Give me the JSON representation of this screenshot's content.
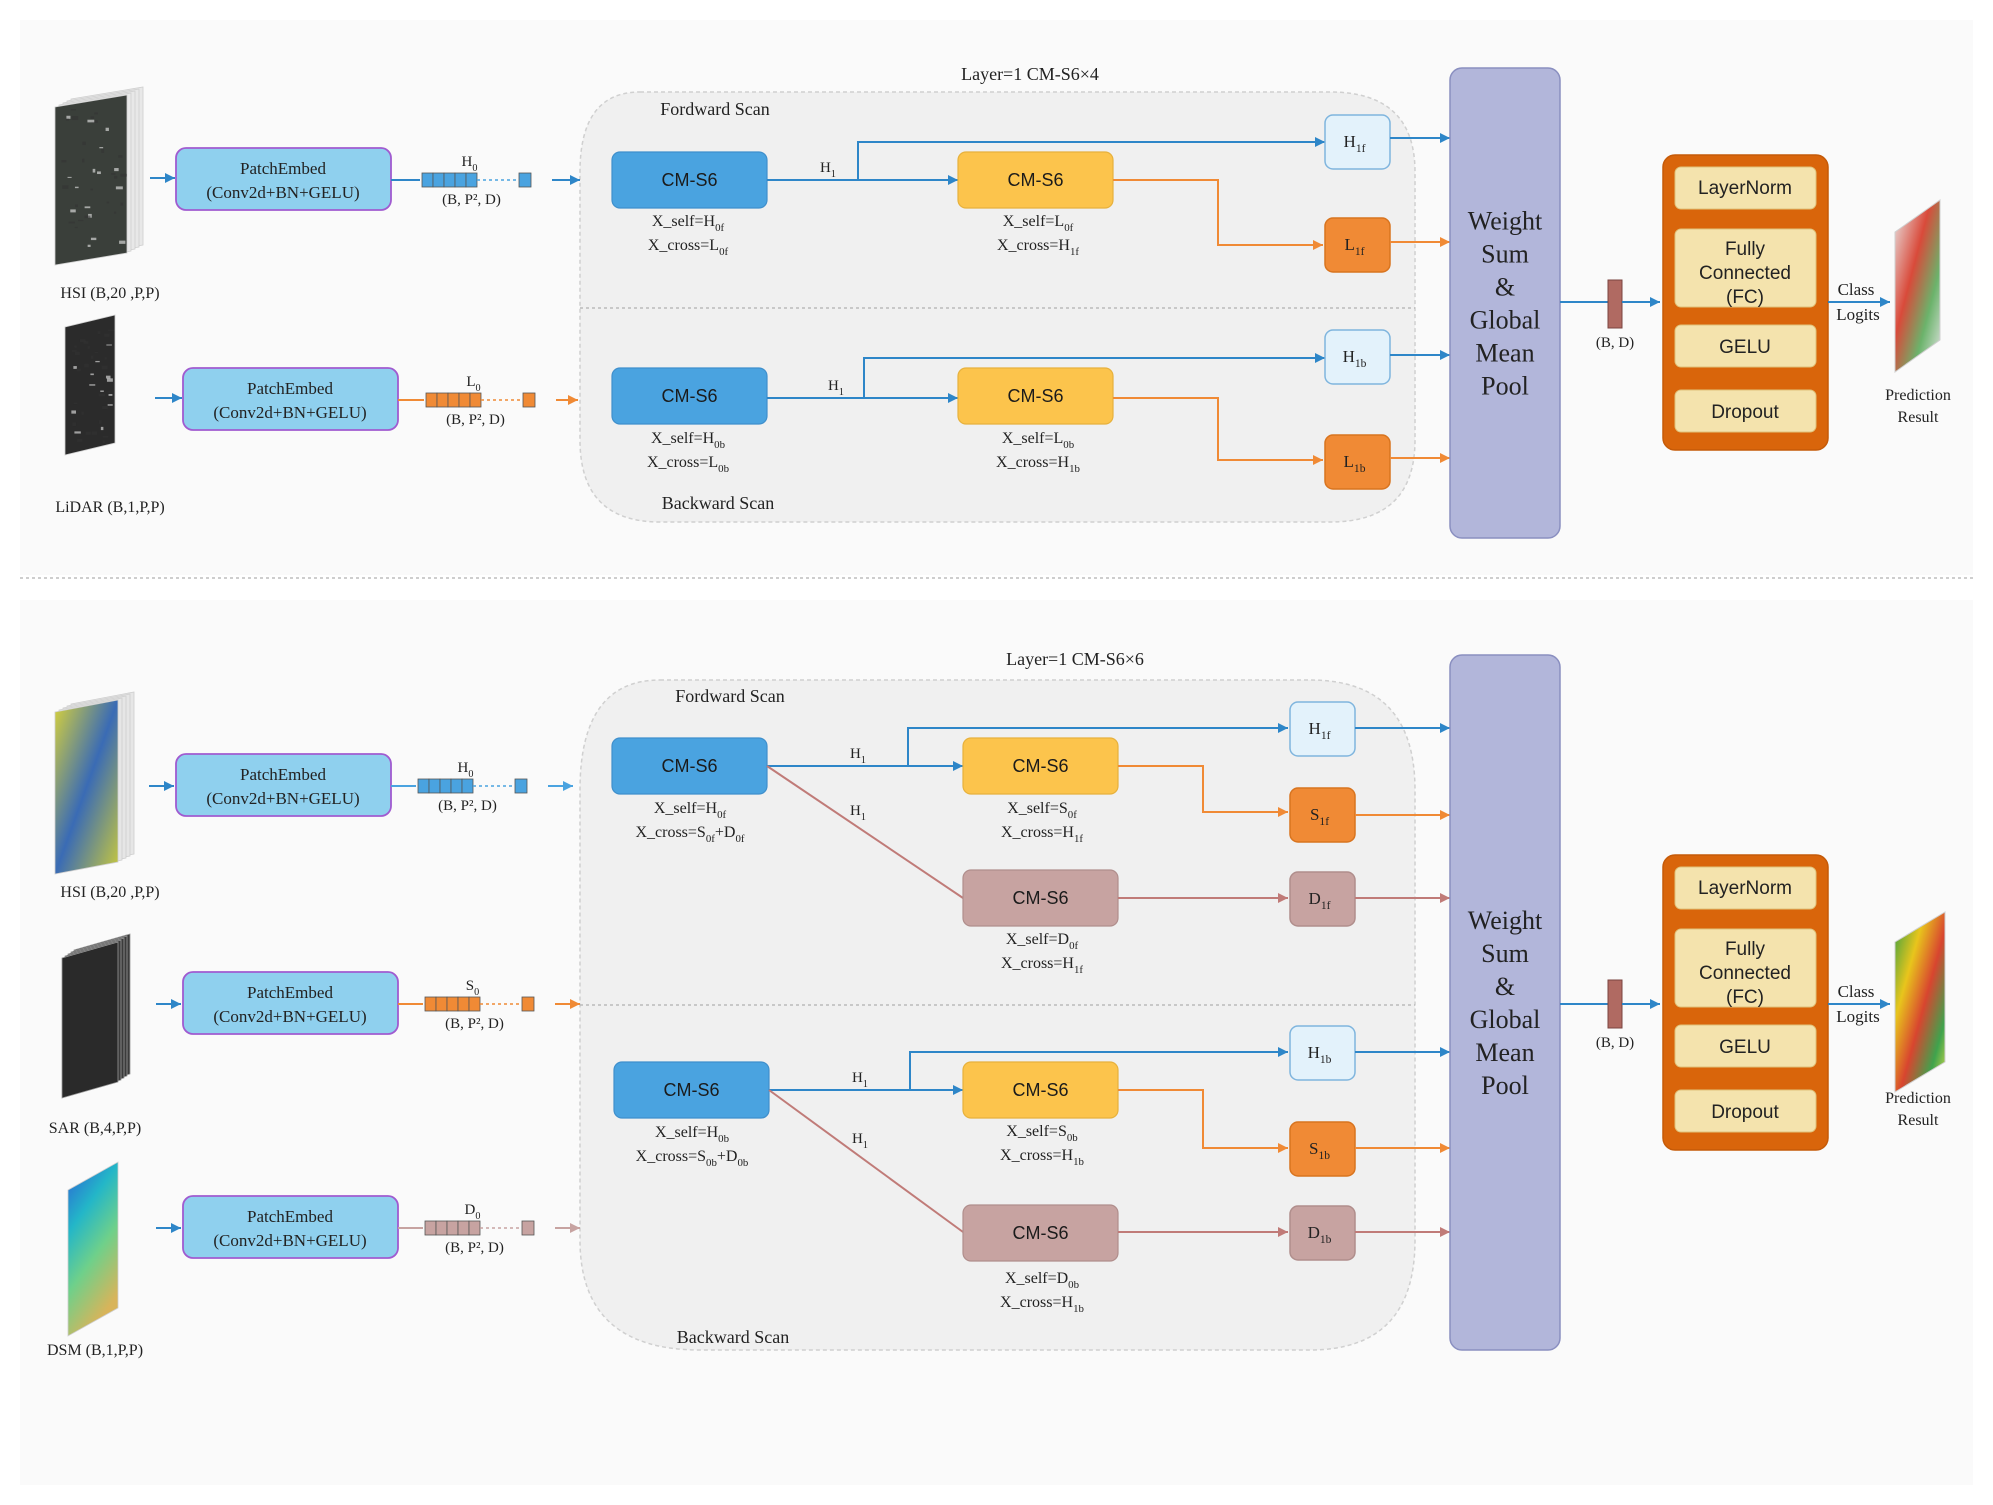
{
  "top": {
    "title": "Layer=1 CM-S6×4",
    "forward_label": "Fordward Scan",
    "backward_label": "Backward Scan",
    "inputs": [
      {
        "name": "HSI (B,20 ,P,P)",
        "token": "H",
        "sub": "0",
        "shape": "(B, P², D)"
      },
      {
        "name": "LiDAR (B,1,P,P)",
        "token": "L",
        "sub": "0",
        "shape": "(B, P², D)"
      }
    ],
    "patch_embed": {
      "line1": "PatchEmbed",
      "line2": "(Conv2d+BN+GELU)"
    },
    "cm_label": "CM-S6",
    "h1": {
      "t": "H",
      "s": "1"
    },
    "forward": {
      "cm1": {
        "self_t": "X_self=H",
        "self_s": "0f",
        "cross_t": "X_cross=L",
        "cross_s": "0f"
      },
      "cm2": {
        "self_t": "X_self=L",
        "self_s": "0f",
        "cross_t": "X_cross=H",
        "cross_s": "1f"
      },
      "out1": {
        "t": "H",
        "s": "1f"
      },
      "out2": {
        "t": "L",
        "s": "1f"
      }
    },
    "backward": {
      "cm1": {
        "self_t": "X_self=H",
        "self_s": "0b",
        "cross_t": "X_cross=L",
        "cross_s": "0b"
      },
      "cm2": {
        "self_t": "X_self=L",
        "self_s": "0b",
        "cross_t": "X_cross=H",
        "cross_s": "1b"
      },
      "out1": {
        "t": "H",
        "s": "1b"
      },
      "out2": {
        "t": "L",
        "s": "1b"
      }
    }
  },
  "bottom": {
    "title": "Layer=1 CM-S6×6",
    "forward_label": "Fordward Scan",
    "backward_label": "Backward Scan",
    "inputs": [
      {
        "name": "HSI (B,20 ,P,P)",
        "token": "H",
        "sub": "0",
        "shape": "(B, P², D)"
      },
      {
        "name": "SAR (B,4,P,P)",
        "token": "S",
        "sub": "0",
        "shape": "(B, P², D)"
      },
      {
        "name": "DSM (B,1,P,P)",
        "token": "D",
        "sub": "0",
        "shape": "(B, P², D)"
      }
    ],
    "forward": {
      "cm1": {
        "self_t": "X_self=H",
        "self_s": "0f",
        "cross_t": "X_cross=S",
        "cross_s": "0f",
        "cross_t2": "+D",
        "cross_s2": "0f"
      },
      "cm2": {
        "self_t": "X_self=S",
        "self_s": "0f",
        "cross_t": "X_cross=H",
        "cross_s": "1f"
      },
      "cm3": {
        "self_t": "X_self=D",
        "self_s": "0f",
        "cross_t": "X_cross=H",
        "cross_s": "1f"
      },
      "out1": {
        "t": "H",
        "s": "1f"
      },
      "out2": {
        "t": "S",
        "s": "1f"
      },
      "out3": {
        "t": "D",
        "s": "1f"
      }
    },
    "backward": {
      "cm1": {
        "self_t": "X_self=H",
        "self_s": "0b",
        "cross_t": "X_cross=S",
        "cross_s": "0b",
        "cross_t2": "+D",
        "cross_s2": "0b"
      },
      "cm2": {
        "self_t": "X_self=S",
        "self_s": "0b",
        "cross_t": "X_cross=H",
        "cross_s": "1b"
      },
      "cm3": {
        "self_t": "X_self=D",
        "self_s": "0b",
        "cross_t": "X_cross=H",
        "cross_s": "1b"
      },
      "out1": {
        "t": "H",
        "s": "1b"
      },
      "out2": {
        "t": "S",
        "s": "1b"
      },
      "out3": {
        "t": "D",
        "s": "1b"
      }
    }
  },
  "pool": {
    "lines": [
      "Weight",
      "Sum",
      "&",
      "Global",
      "Mean",
      "Pool"
    ]
  },
  "bd_label": "(B, D)",
  "head": {
    "items": [
      "LayerNorm",
      "Fully",
      "Connected",
      "(FC)",
      "GELU",
      "Dropout"
    ]
  },
  "class_logits": [
    "Class",
    "Logits"
  ],
  "prediction": [
    "Prediction",
    "Result"
  ],
  "colors": {
    "blue": "#4aa3e0",
    "blue_dark": "#2e86c8",
    "yellow": "#fcc44c",
    "orange": "#f08a35",
    "rose": "#c7a3a1",
    "rose_line": "#c07b78",
    "pool": "#b2b6da",
    "head": "#d9650b",
    "head_item": "#f4e3ad",
    "embed": "#8fd0ee",
    "embed_border": "#a05bd0",
    "panel": "#f1f1f1"
  }
}
